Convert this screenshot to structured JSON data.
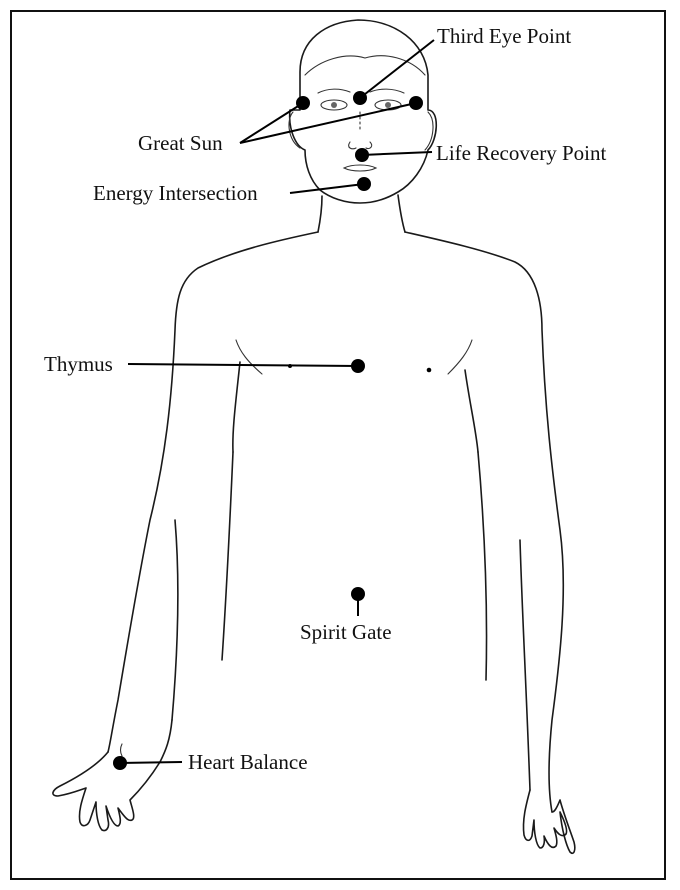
{
  "points": {
    "third_eye": "Third Eye Point",
    "great_sun": "Great Sun",
    "life_recovery": "Life Recovery Point",
    "energy_intersection": "Energy Intersection",
    "thymus": "Thymus",
    "spirit_gate": "Spirit Gate",
    "heart_balance": "Heart Balance"
  }
}
